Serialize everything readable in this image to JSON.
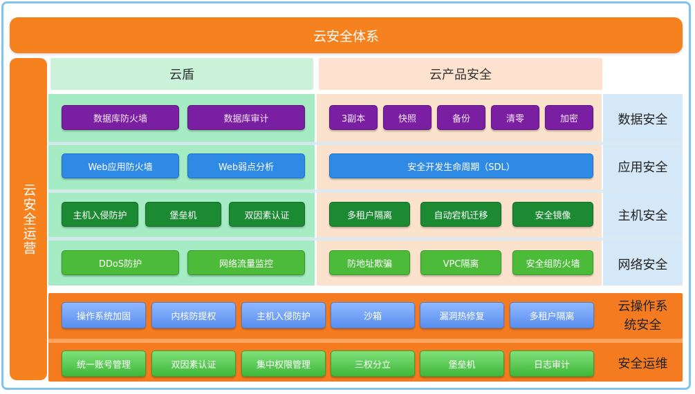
{
  "title": "云安全体系",
  "side_label": "云安全运营",
  "headers": {
    "left": "云盾",
    "right": "云产品安全"
  },
  "row_labels": [
    "数据安全",
    "应用安全",
    "主机安全",
    "网络安全"
  ],
  "bottom_labels": [
    "云操作系统安全",
    "安全运维"
  ],
  "rows": [
    {
      "left": [
        "数据库防火墙",
        "数据库审计"
      ],
      "right": [
        "3副本",
        "快照",
        "备份",
        "清零",
        "加密"
      ]
    },
    {
      "left": [
        "Web应用防火墙",
        "Web弱点分析"
      ],
      "right": [
        "安全开发生命周期（SDL）"
      ]
    },
    {
      "left": [
        "主机入侵防护",
        "堡垒机",
        "双因素认证"
      ],
      "right": [
        "多租户隔离",
        "自动宕机迁移",
        "安全镜像"
      ]
    },
    {
      "left": [
        "DDoS防护",
        "网络流量监控"
      ],
      "right": [
        "防地址欺骗",
        "VPC隔离",
        "安全组防火墙"
      ]
    }
  ],
  "os_security": [
    "操作系统加固",
    "内核防提权",
    "主机入侵防护",
    "沙箱",
    "漏洞热修复",
    "多租户隔离"
  ],
  "ops": [
    "统一账号管理",
    "双因素认证",
    "集中权限管理",
    "三权分立",
    "堡垒机",
    "日志审计"
  ],
  "colors": {
    "orange": "#f5821f",
    "data_row": "#7b1fa2",
    "app_row": "#2f8ae6",
    "host_row": "#1b8a32",
    "network_row": "#4cbb3a"
  }
}
